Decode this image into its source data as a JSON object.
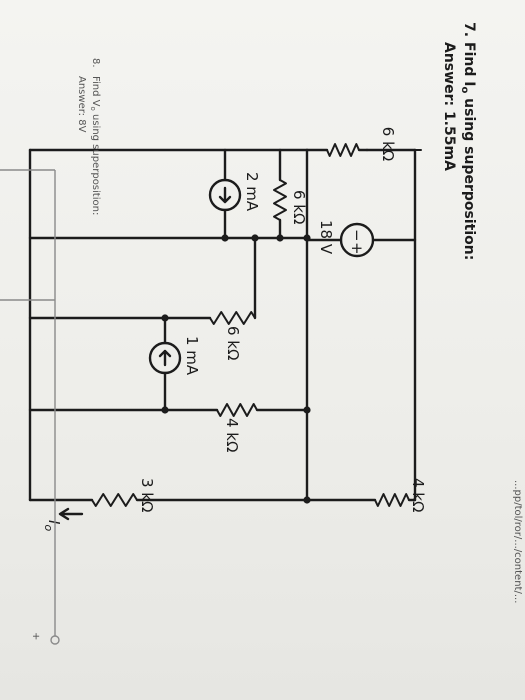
{
  "header": {
    "url_fragment": "...pp/tol/ror/.../content/..."
  },
  "problem7": {
    "number": "7.",
    "question": "Find I",
    "question_sub": "o",
    "question_rest": " using superposition:",
    "answer": "Answer: 1.55mA",
    "labels": {
      "r_left": "6 kΩ",
      "r_mid": "6 kΩ",
      "r_center": "6 kΩ",
      "r_4k_top": "4 kΩ",
      "r_4k_mid": "4 kΩ",
      "r_3k": "3 kΩ",
      "v_source": "18 V",
      "i_source_2": "2 mA",
      "i_source_1": "1 mA",
      "io_main": "I",
      "io_sub": "o"
    }
  },
  "problem8": {
    "number": "8.",
    "question": "Find V",
    "question_sub": "o",
    "question_rest": " using superposition:",
    "answer": "Answer: 8V",
    "plus": "+"
  }
}
